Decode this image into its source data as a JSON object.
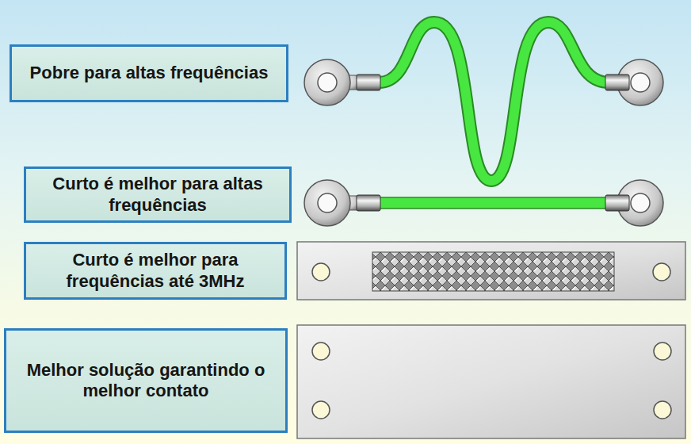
{
  "diagram": {
    "nodes": [
      {
        "text": [
          "Pobre para altas frequências"
        ]
      },
      {
        "text": [
          "Curto é melhor para altas frequências"
        ]
      },
      {
        "text": [
          "Curto é melhor para frequências até 3MHz"
        ]
      },
      {
        "text": [
          "Melhor solução garantindo o melhor contato"
        ]
      }
    ]
  }
}
